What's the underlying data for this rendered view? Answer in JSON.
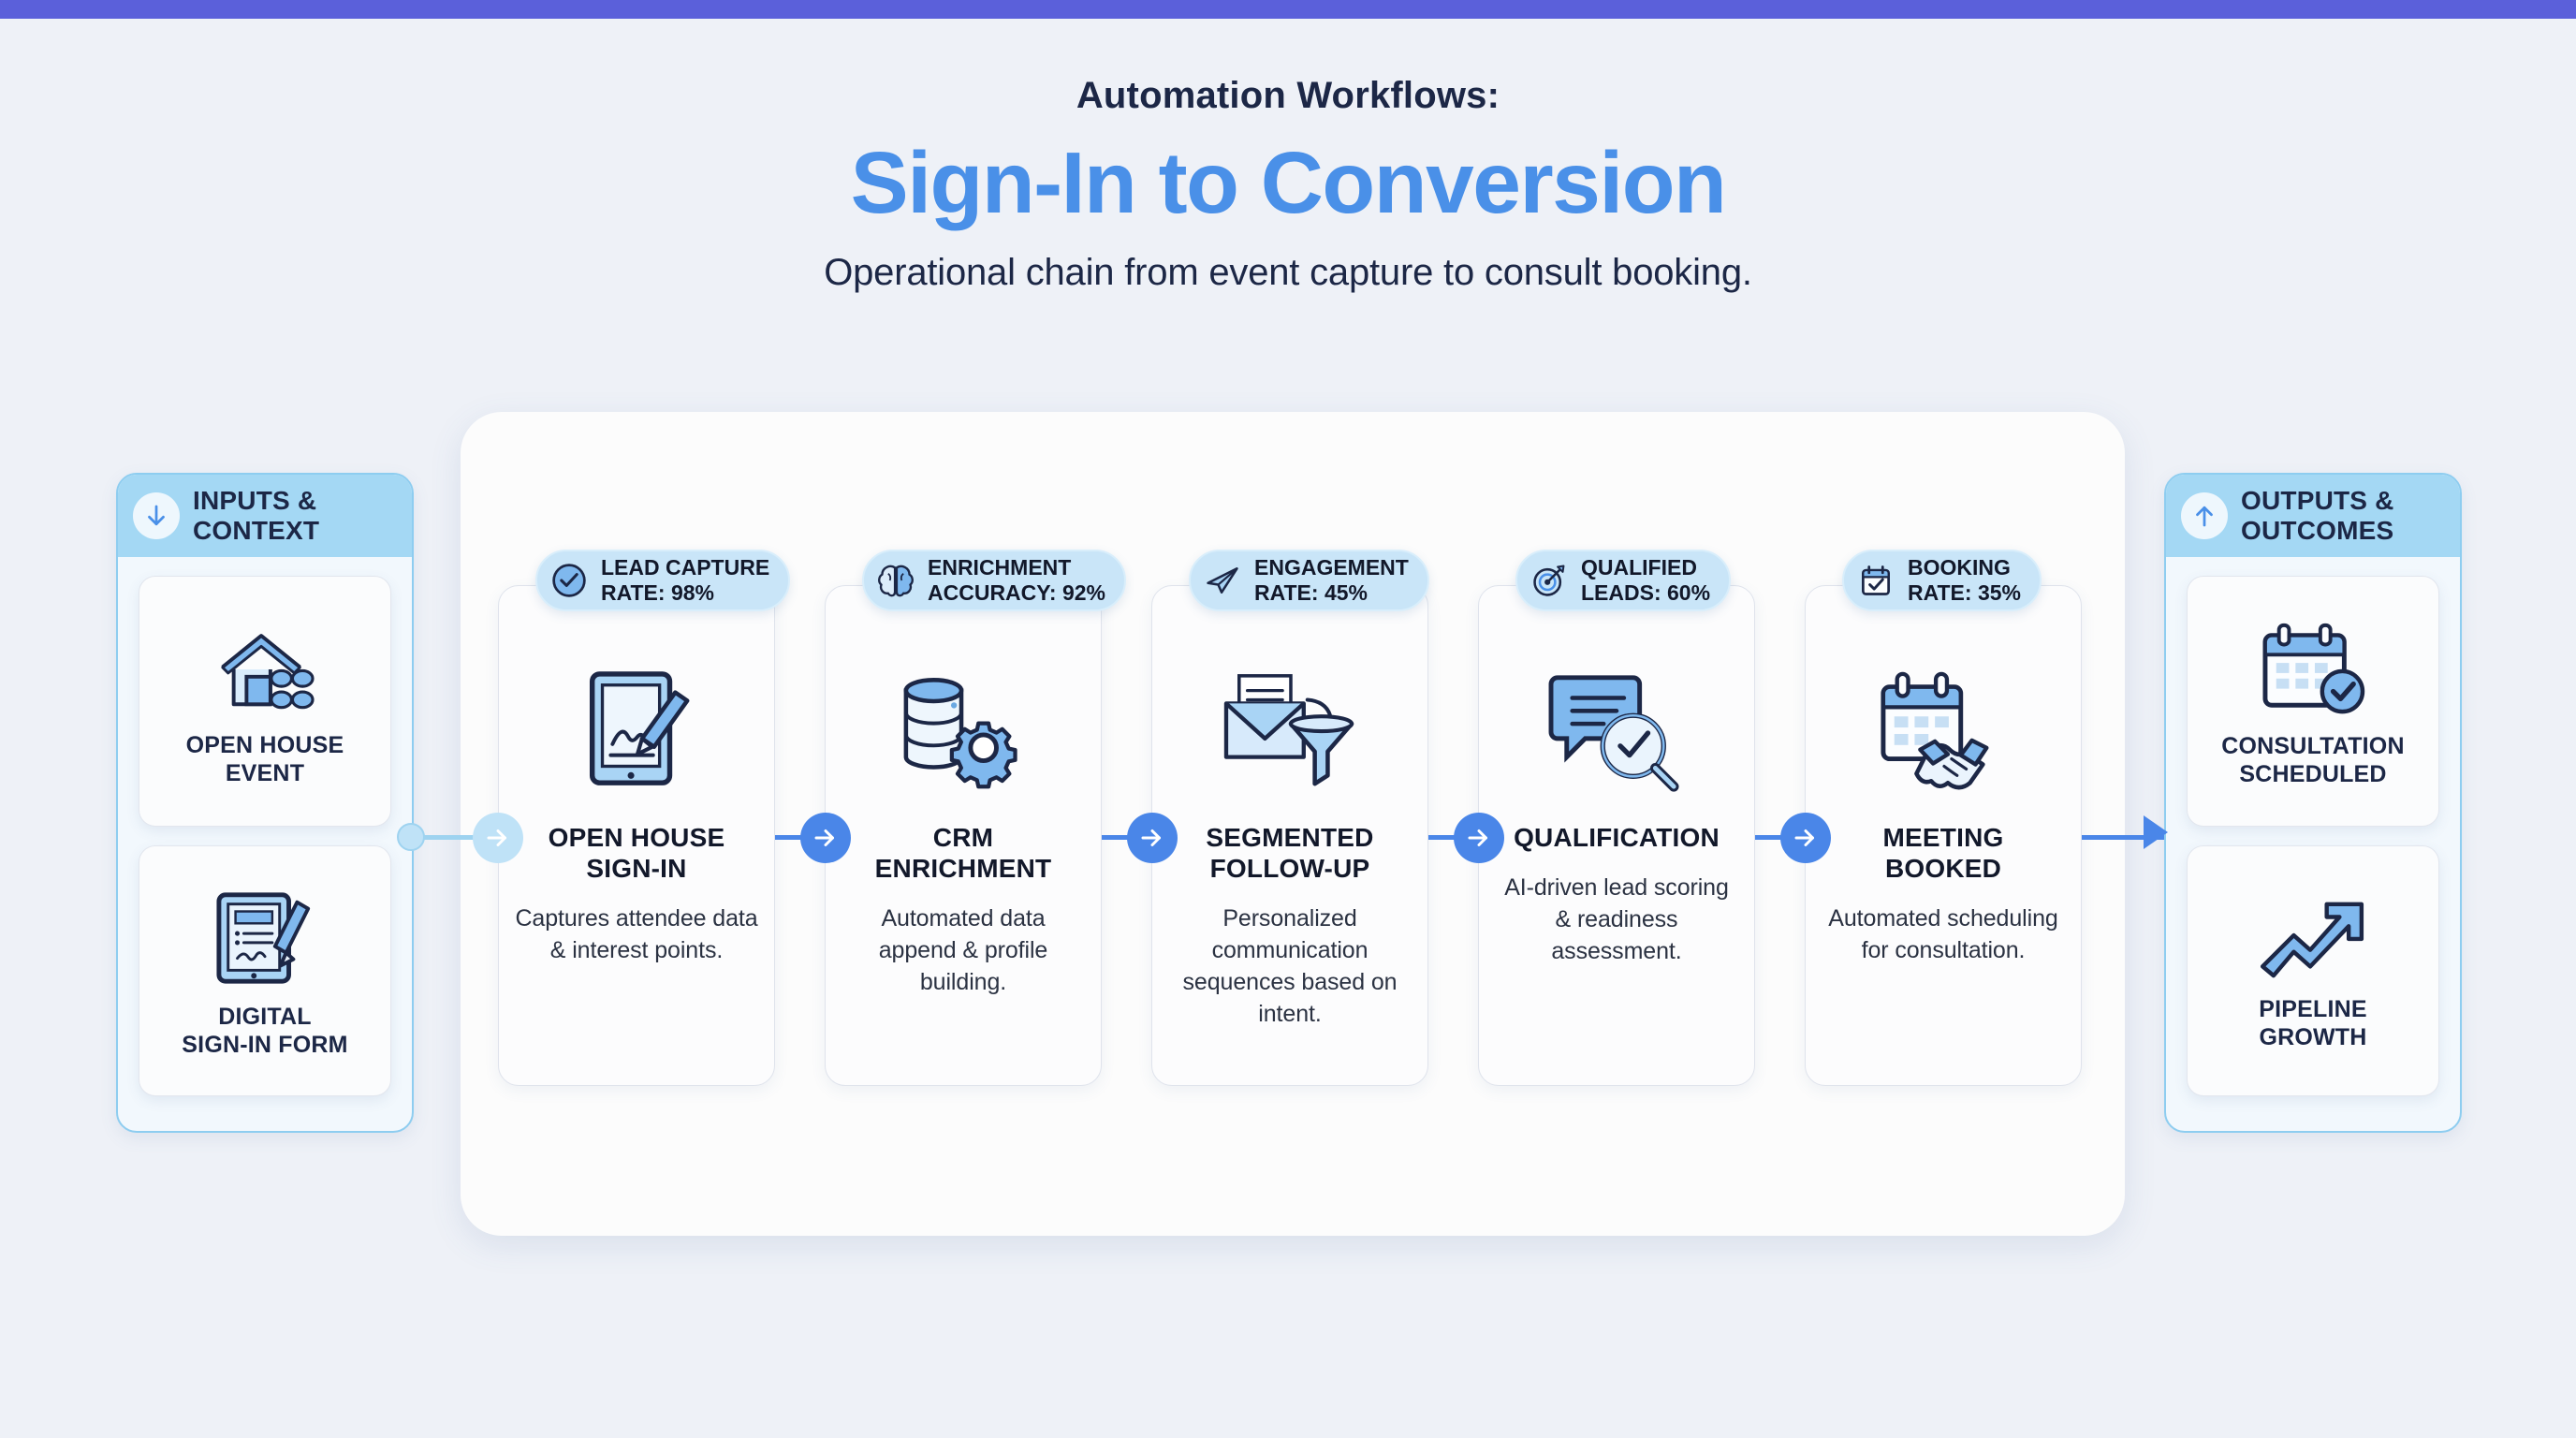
{
  "theme": {
    "topbar_color": "#5b60da",
    "background": "#eef1f7",
    "accent_blue": "#4a90e8",
    "connector_blue": "#4a86e8",
    "badge_bg": "#c9e5f8",
    "panel_header_bg": "#a4d8f4",
    "text_dark": "#1c2746"
  },
  "header": {
    "eyebrow": "Automation Workflows:",
    "title": "Sign-In to Conversion",
    "subtitle": "Operational chain from event capture to consult booking."
  },
  "inputs_panel": {
    "icon": "arrow-down-icon",
    "title": "INPUTS &\nCONTEXT",
    "cards": [
      {
        "icon": "house-with-people-icon",
        "label": "OPEN HOUSE\nEVENT"
      },
      {
        "icon": "tablet-form-pen-icon",
        "label": "DIGITAL\nSIGN-IN FORM"
      }
    ]
  },
  "outputs_panel": {
    "icon": "arrow-up-icon",
    "title": "OUTPUTS &\nOUTCOMES",
    "cards": [
      {
        "icon": "calendar-check-icon",
        "label": "CONSULTATION\nSCHEDULED"
      },
      {
        "icon": "growth-arrow-icon",
        "label": "PIPELINE\nGROWTH"
      }
    ]
  },
  "steps": [
    {
      "badge_icon": "check-circle-icon",
      "badge_text": "LEAD CAPTURE\nRATE: 98%",
      "metric_label": "LEAD CAPTURE RATE",
      "metric_value": "98%",
      "icon": "tablet-signature-icon",
      "title": "OPEN HOUSE\nSIGN-IN",
      "desc": "Captures attendee data & interest points."
    },
    {
      "badge_icon": "brain-icon",
      "badge_text": "ENRICHMENT\nACCURACY: 92%",
      "metric_label": "ENRICHMENT ACCURACY",
      "metric_value": "92%",
      "icon": "database-gear-icon",
      "title": "CRM\nENRICHMENT",
      "desc": "Automated data append & profile building."
    },
    {
      "badge_icon": "paper-plane-icon",
      "badge_text": "ENGAGEMENT\nRATE: 45%",
      "metric_label": "ENGAGEMENT RATE",
      "metric_value": "45%",
      "icon": "envelope-funnel-icon",
      "title": "SEGMENTED\nFOLLOW-UP",
      "desc": "Personalized communication sequences based on intent."
    },
    {
      "badge_icon": "target-dart-icon",
      "badge_text": "QUALIFIED\nLEADS: 60%",
      "metric_label": "QUALIFIED LEADS",
      "metric_value": "60%",
      "icon": "chat-magnifier-check-icon",
      "title": "QUALIFICATION",
      "desc": "AI-driven lead scoring & readiness assessment."
    },
    {
      "badge_icon": "calendar-check-small-icon",
      "badge_text": "BOOKING\nRATE: 35%",
      "metric_label": "BOOKING RATE",
      "metric_value": "35%",
      "icon": "calendar-handshake-icon",
      "title": "MEETING\nBOOKED",
      "desc": "Automated scheduling for consultation."
    }
  ]
}
